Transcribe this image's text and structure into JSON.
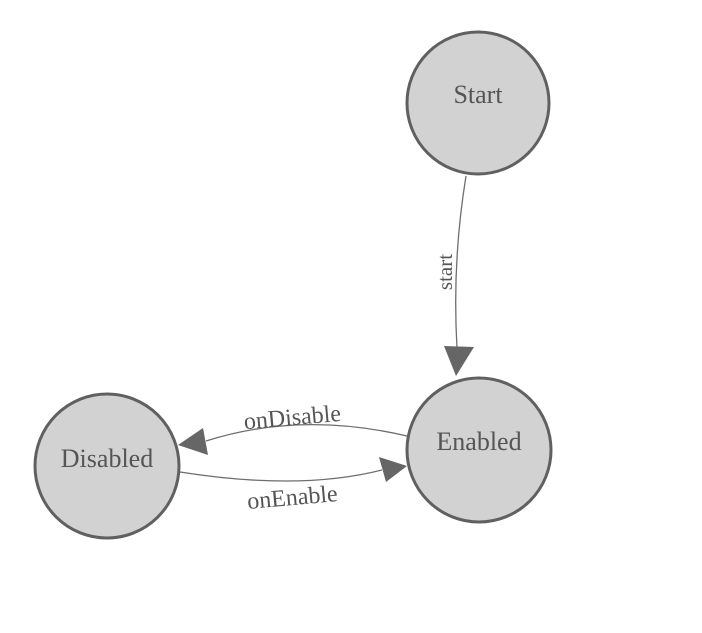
{
  "diagram": {
    "type": "state-machine",
    "background": "#ffffff",
    "colors": {
      "node_fill": "#d2d2d2",
      "node_stroke": "#606060",
      "edge_stroke": "#6e6e6e",
      "arrowhead_fill": "#666666",
      "text": "#555555"
    },
    "nodes": {
      "start": {
        "label": "Start"
      },
      "enabled": {
        "label": "Enabled"
      },
      "disabled": {
        "label": "Disabled"
      }
    },
    "edges": {
      "start_to_enabled": {
        "label": "start",
        "from": "Start",
        "to": "Enabled"
      },
      "enabled_to_disabled": {
        "label": "onDisable",
        "from": "Enabled",
        "to": "Disabled"
      },
      "disabled_to_enabled": {
        "label": "onEnable",
        "from": "Disabled",
        "to": "Enabled"
      }
    }
  }
}
